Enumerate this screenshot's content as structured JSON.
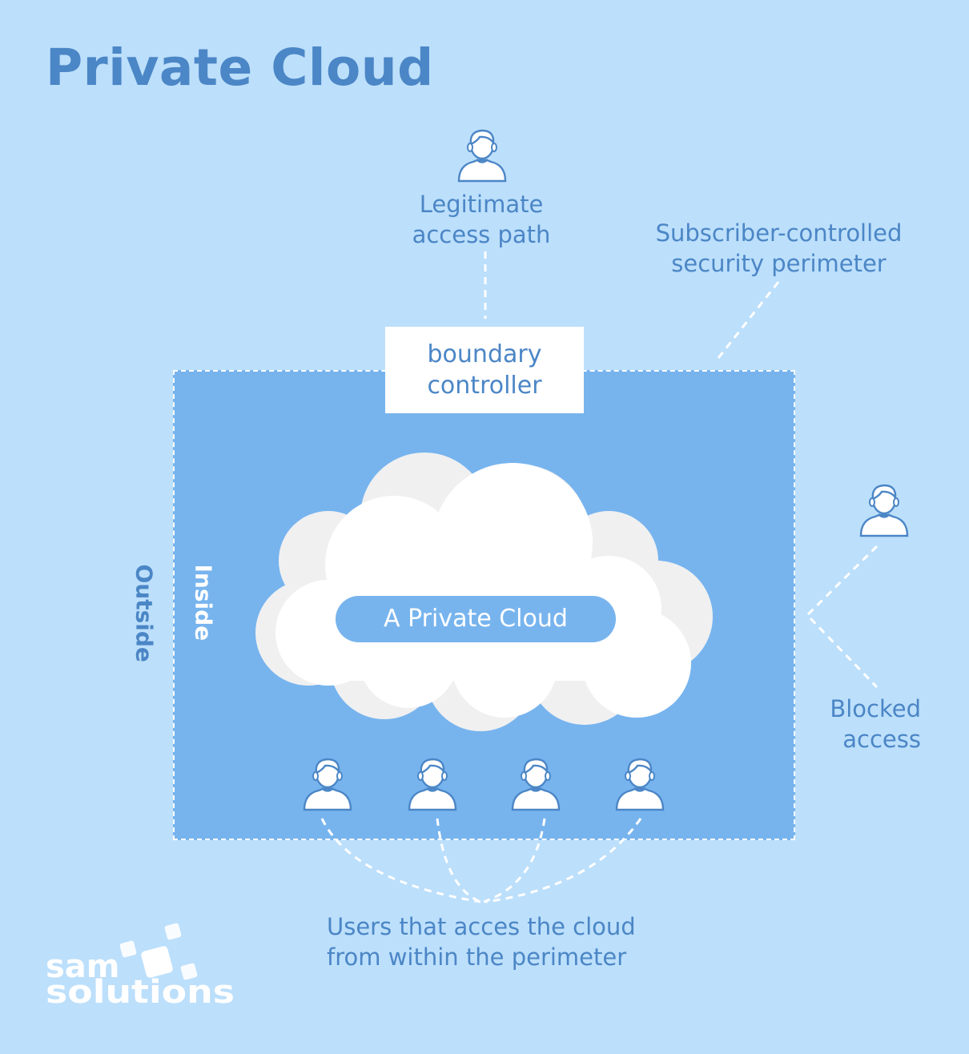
{
  "title": "Private Cloud",
  "labels": {
    "legitimate_access": [
      "Legitimate",
      "access path"
    ],
    "security_perimeter": [
      "Subscriber-controlled",
      "security perimeter"
    ],
    "boundary_controller": [
      "boundary",
      "controller"
    ],
    "blocked_access": [
      "Blocked",
      "access"
    ],
    "outside": "Outside",
    "inside": "Inside",
    "cloud": "A Private Cloud",
    "users_within": [
      "Users that acces the cloud",
      "from within the perimeter"
    ]
  },
  "logo": {
    "line1": "sam",
    "line2": "solutions"
  },
  "icons": {
    "user": "user-icon",
    "cloud": "cloud-icon"
  },
  "colors": {
    "background": "#bcdffb",
    "perimeter_fill": "#77b4ee",
    "text_blue": "#4b86c6",
    "white": "#ffffff",
    "cloud_shadow": "#f0f0f1"
  }
}
